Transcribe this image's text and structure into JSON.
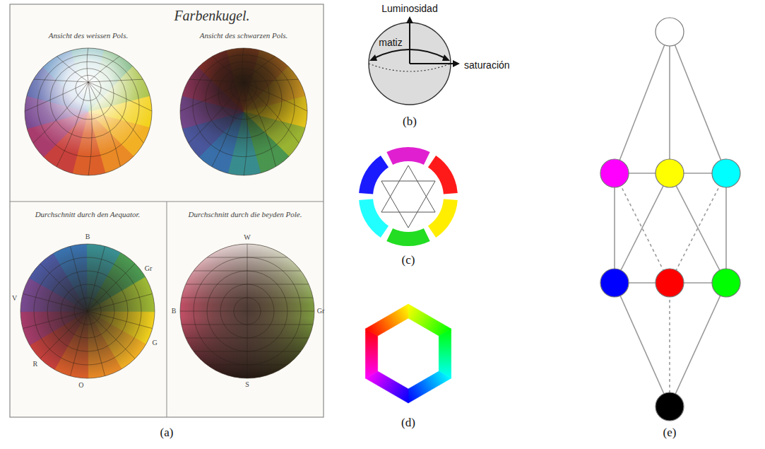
{
  "diagram": {
    "labels": [
      "Farbenkugel.",
      "Ansicht des weissen Pols.",
      "Ansicht des schwarzen Pols.",
      "Durchschnitt durch den Aequator.",
      "Durchschnitt durch die beyden Pole.",
      "B",
      "Gr",
      "G",
      "O",
      "R",
      "V",
      "W",
      "B",
      "Gr",
      "S",
      "Luminosidad",
      "matiz",
      "saturación",
      "(a)",
      "(b)",
      "(c)",
      "(d)",
      "(e)"
    ]
  }
}
